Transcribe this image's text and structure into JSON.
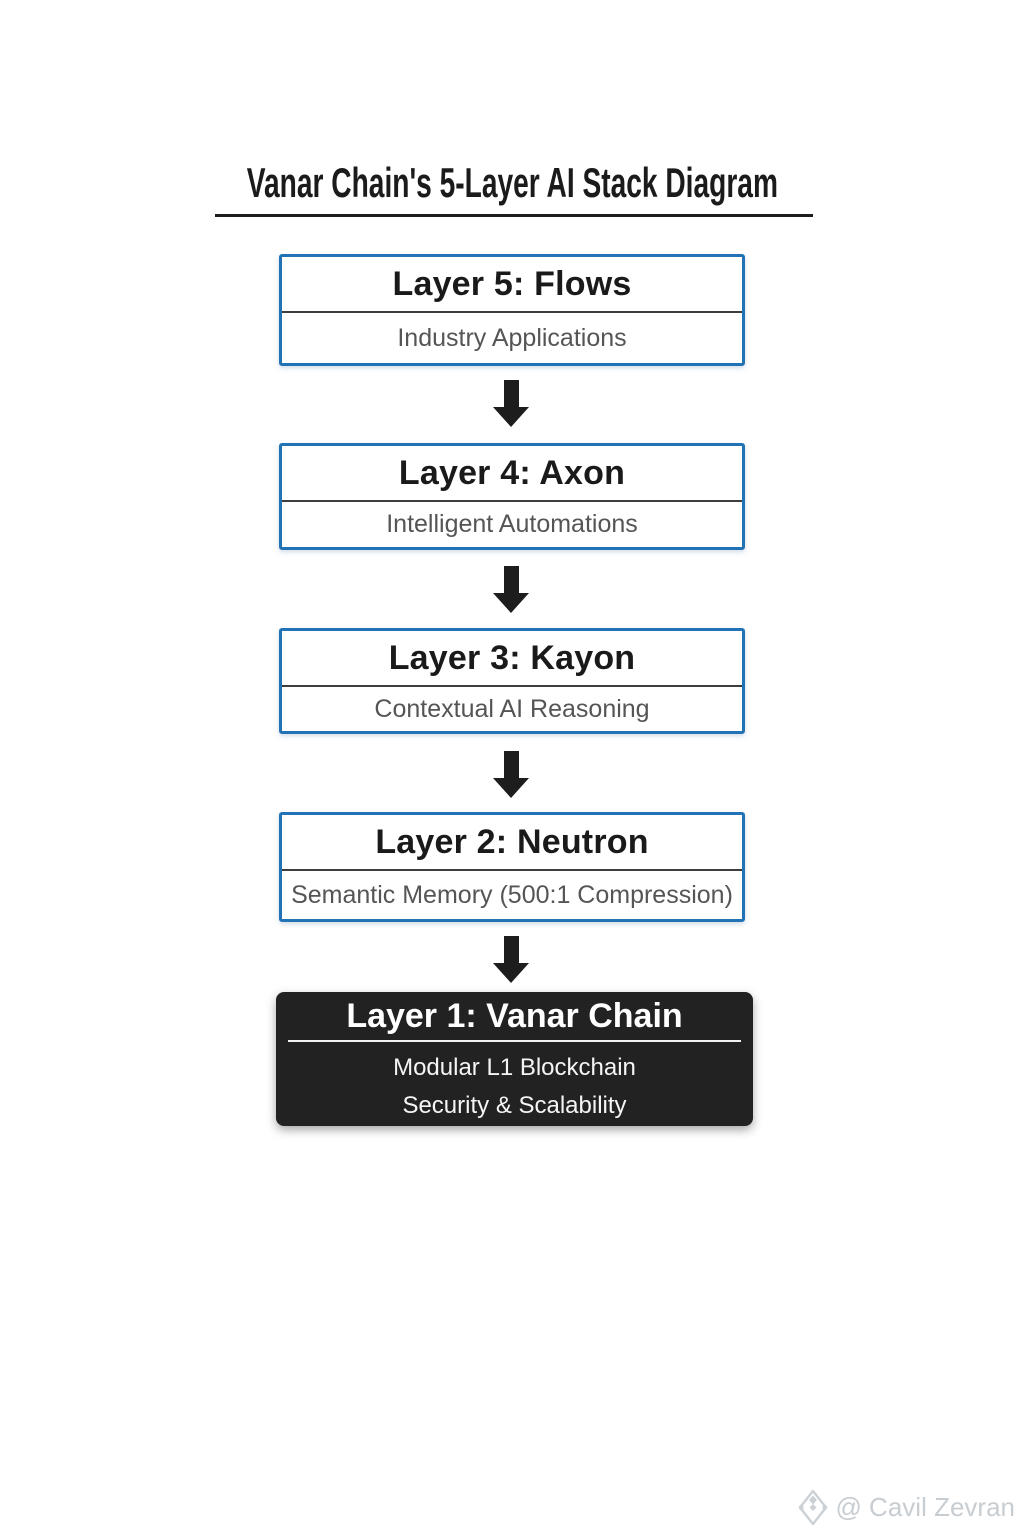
{
  "page": {
    "title": "Vanar Chain's 5-Layer AI Stack Diagram"
  },
  "diagram": {
    "layers": [
      {
        "title": "Layer 5: Flows",
        "subtitle": "Industry Applications",
        "variant": "light"
      },
      {
        "title": "Layer 4: Axon",
        "subtitle": "Intelligent Automations",
        "variant": "light"
      },
      {
        "title": "Layer 3: Kayon",
        "subtitle": "Contextual AI Reasoning",
        "variant": "light"
      },
      {
        "title": "Layer 2: Neutron",
        "subtitle": "Semantic Memory (500:1 Compression)",
        "variant": "light"
      },
      {
        "title": "Layer 1: Vanar Chain",
        "lines": [
          "Modular L1 Blockchain",
          "Security & Scalability"
        ],
        "variant": "dark"
      }
    ],
    "connector": "down-arrow"
  },
  "watermark": {
    "handle": "@ Cavil Zevran",
    "icon": "diamond-logo-icon"
  },
  "colors": {
    "box_border_blue": "#2273b6",
    "heading_text": "#1a1a1a",
    "subtitle_text": "#555555",
    "divider_dark": "#3d3d3d",
    "arrow": "#1d1d1d",
    "dark_box_bg": "#222222",
    "dark_box_text": "#ffffff",
    "watermark_gray": "#c8cdd2",
    "background": "#ffffff"
  }
}
